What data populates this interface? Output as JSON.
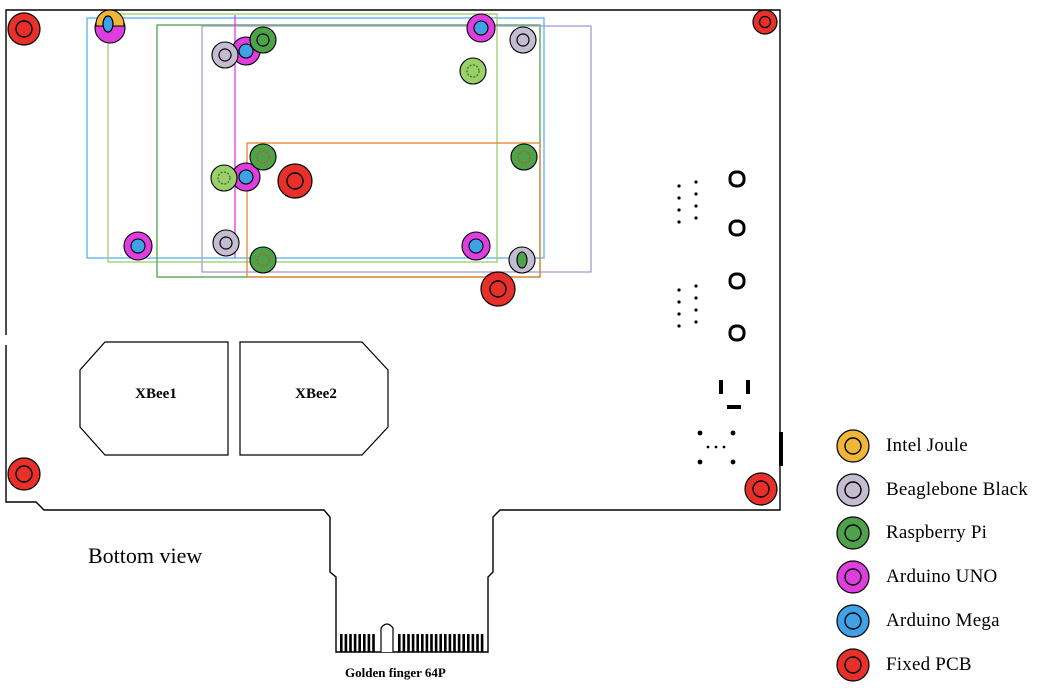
{
  "view_label": "Bottom view",
  "connector_label": "Golden finger 64P",
  "modules": [
    {
      "id": "xbee1",
      "label": "XBee1"
    },
    {
      "id": "xbee2",
      "label": "XBee2"
    }
  ],
  "legend": [
    {
      "key": "intel_joule",
      "label": "Intel Joule",
      "color": "#f0b63a"
    },
    {
      "key": "beaglebone_black",
      "label": "Beaglebone Black",
      "color": "#c4bcd0"
    },
    {
      "key": "raspberry_pi",
      "label": "Raspberry Pi",
      "color": "#4ea24a"
    },
    {
      "key": "arduino_uno",
      "label": "Arduino UNO",
      "color": "#de3ede"
    },
    {
      "key": "arduino_mega",
      "label": "Arduino Mega",
      "color": "#3fa2e6"
    },
    {
      "key": "fixed_pcb",
      "label": "Fixed PCB",
      "color": "#e8302a"
    }
  ],
  "outline_colors": {
    "intel_joule": "#9bcf6a",
    "beaglebone_black": "#a89ccf",
    "raspberry_pi": "#4ea24a",
    "arduino_uno": "#de3ede",
    "arduino_mega": "#59b4ea",
    "fixed_pcb": "#e8822e"
  }
}
